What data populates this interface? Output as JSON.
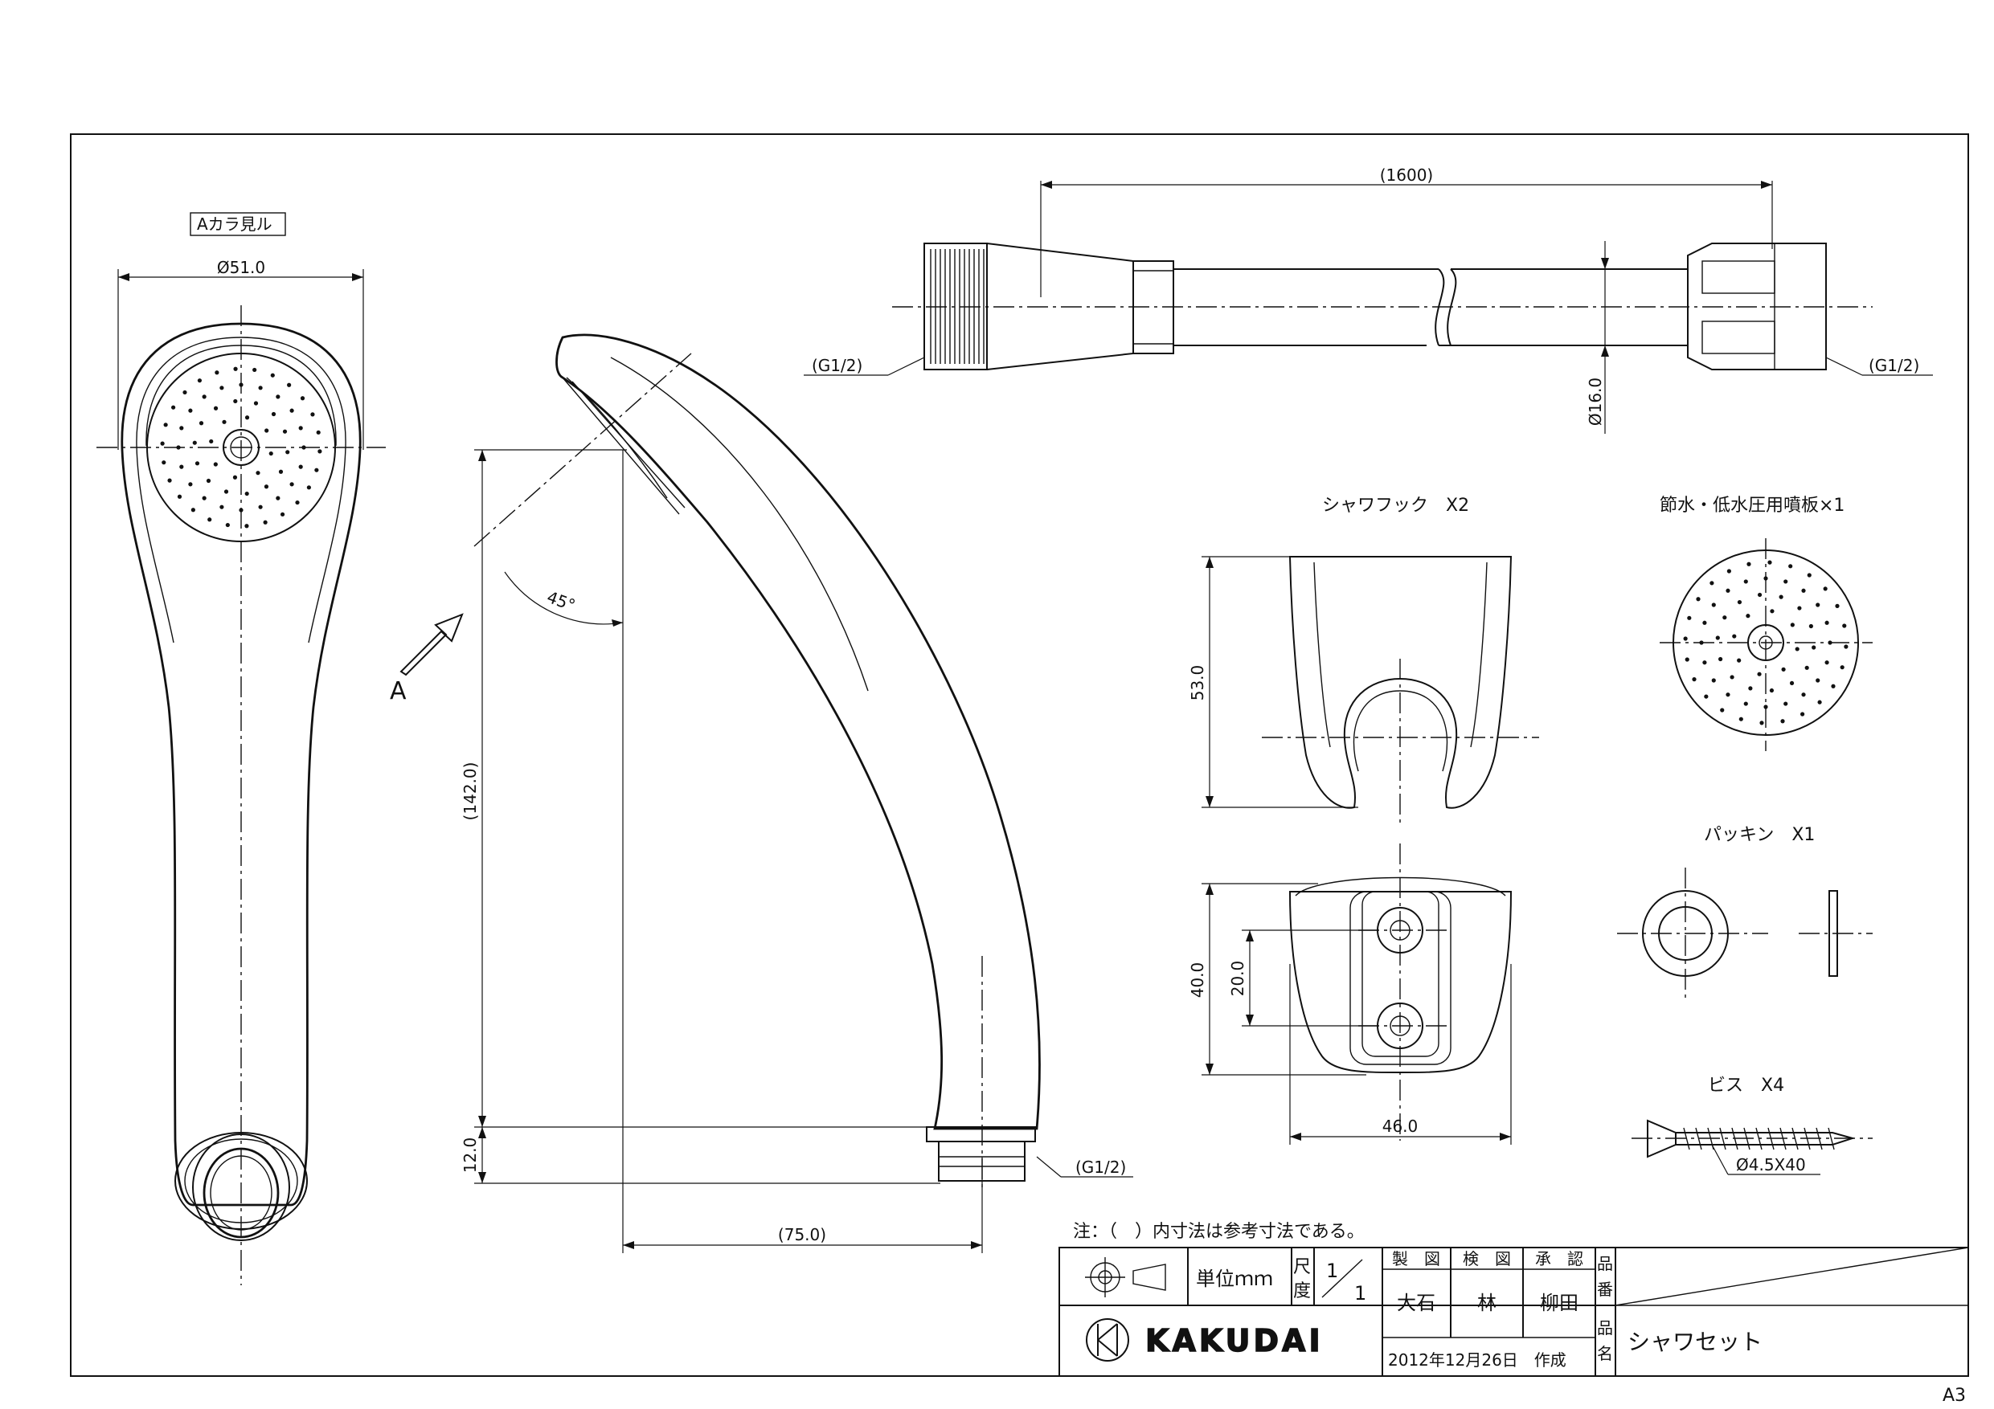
{
  "views": {
    "view_a_label": "Aカラ見ル",
    "arrow_label": "A",
    "hook_title": "シャワフック　X2",
    "plate_title": "節水・低水圧用噴板×1",
    "packing_title": "パッキン　X1",
    "screw_title": "ビス　X4"
  },
  "dimensions": {
    "face_diameter": "Ø51.0",
    "height_142": "(142.0)",
    "height_12": "12.0",
    "width_75": "(75.0)",
    "angle": "45°",
    "thread_g12": "(G1/2)",
    "hose_length": "(1600)",
    "hose_diameter": "Ø16.0",
    "hose_thread_left": "(G1/2)",
    "hose_thread_right": "(G1/2)",
    "hook_height": "53.0",
    "mount_height": "40.0",
    "hole_pitch": "20.0",
    "mount_width": "46.0",
    "screw_size": "Ø4.5X40"
  },
  "notes": {
    "reference_note": "注：（　）内寸法は参考寸法である。"
  },
  "title_block": {
    "unit_label": "単位ｍｍ",
    "scale_label_1": "尺",
    "scale_label_2": "度",
    "scale_num": "1",
    "scale_den": "1",
    "hdr_drawn": "製　図",
    "hdr_checked": "検　図",
    "hdr_approved": "承　認",
    "name_drawn": "大石",
    "name_checked": "林",
    "name_approved": "柳田",
    "date_text": "2012年12月26日　作成",
    "part_no_label_1": "品",
    "part_no_label_2": "番",
    "part_name_label_1": "品",
    "part_name_label_2": "名",
    "part_name": "シャワセット",
    "company": "KAKUDAI"
  },
  "sheet_size": "A3"
}
